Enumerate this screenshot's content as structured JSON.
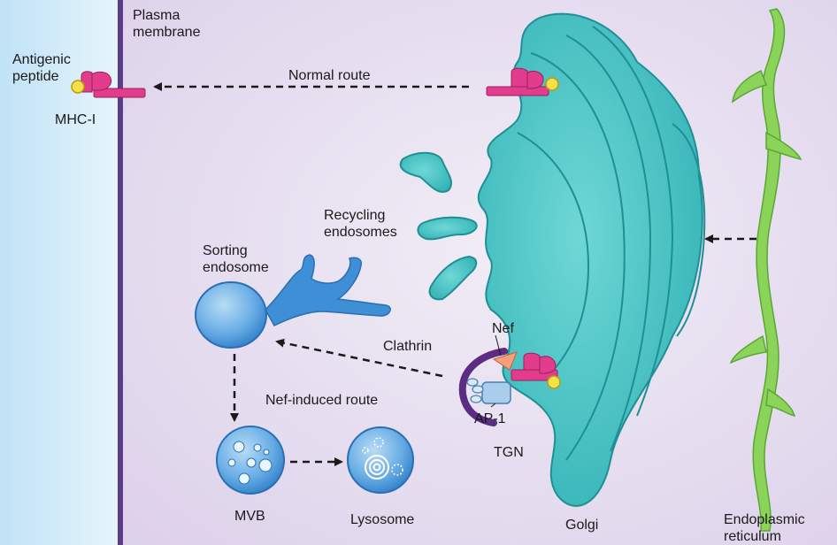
{
  "labels": {
    "plasma_membrane": "Plasma\nmembrane",
    "antigenic_peptide": "Antigenic\npeptide",
    "mhc_i": "MHC-I",
    "normal_route": "Normal route",
    "recycling_endosomes": "Recycling\nendosomes",
    "sorting_endosome": "Sorting\nendosome",
    "clathrin": "Clathrin",
    "nef": "Nef",
    "ap1": "AP-1",
    "nef_induced_route": "Nef-induced route",
    "tgn": "TGN",
    "mvb": "MVB",
    "lysosome": "Lysosome",
    "golgi": "Golgi",
    "endoplasmic_reticulum": "Endoplasmic\nreticulum"
  },
  "colors": {
    "extracellular": "#cfe8f7",
    "cytoplasm": "#e4dcef",
    "membrane": "#5a3b8c",
    "golgi": "#3fbfbf",
    "golgi_outline": "#1f8f95",
    "endosome": "#3e8fd6",
    "mhc": "#e23c8c",
    "peptide": "#f4e04a",
    "er": "#8cd35a",
    "clathrin": "#5a2d82",
    "nef": "#f6a07a",
    "ap1": "#a9cdeb"
  }
}
